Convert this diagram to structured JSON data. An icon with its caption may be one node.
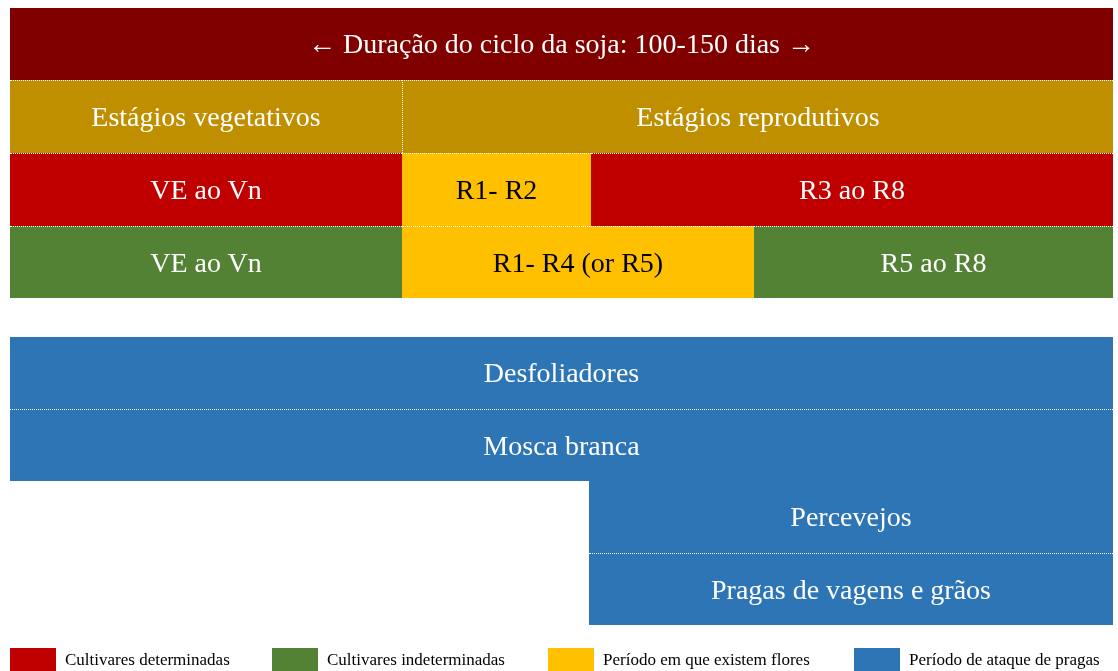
{
  "diagram": {
    "nodes": [
      {
        "text": [
          "← Duração do ciclo da soja: 100-150 dias →"
        ]
      },
      {
        "text": [
          "Estágios vegetativos"
        ]
      },
      {
        "text": [
          "Estágios reprodutivos"
        ]
      },
      {
        "text": [
          "VE ao Vn"
        ]
      },
      {
        "text": [
          "R1- R2"
        ]
      },
      {
        "text": [
          "R3 ao R8"
        ]
      },
      {
        "text": [
          "VE ao Vn"
        ]
      },
      {
        "text": [
          "R1- R4 (or R5)"
        ]
      },
      {
        "text": [
          "R5 ao R8"
        ]
      },
      {
        "text": [
          "Desfoliadores"
        ]
      },
      {
        "text": [
          "Mosca branca"
        ]
      },
      {
        "text": [
          "Percevejos"
        ]
      },
      {
        "text": [
          "Pragas de vagens e grãos"
        ]
      }
    ],
    "legend": [
      {
        "text": "Cultivares determinadas",
        "color": "#c00000"
      },
      {
        "text": "Cultivares indeterminadas",
        "color": "#548235"
      },
      {
        "text": "Período em que existem flores",
        "color": "#ffc000"
      },
      {
        "text": "Período de ataque de pragas",
        "color": "#2e75b6"
      }
    ]
  }
}
